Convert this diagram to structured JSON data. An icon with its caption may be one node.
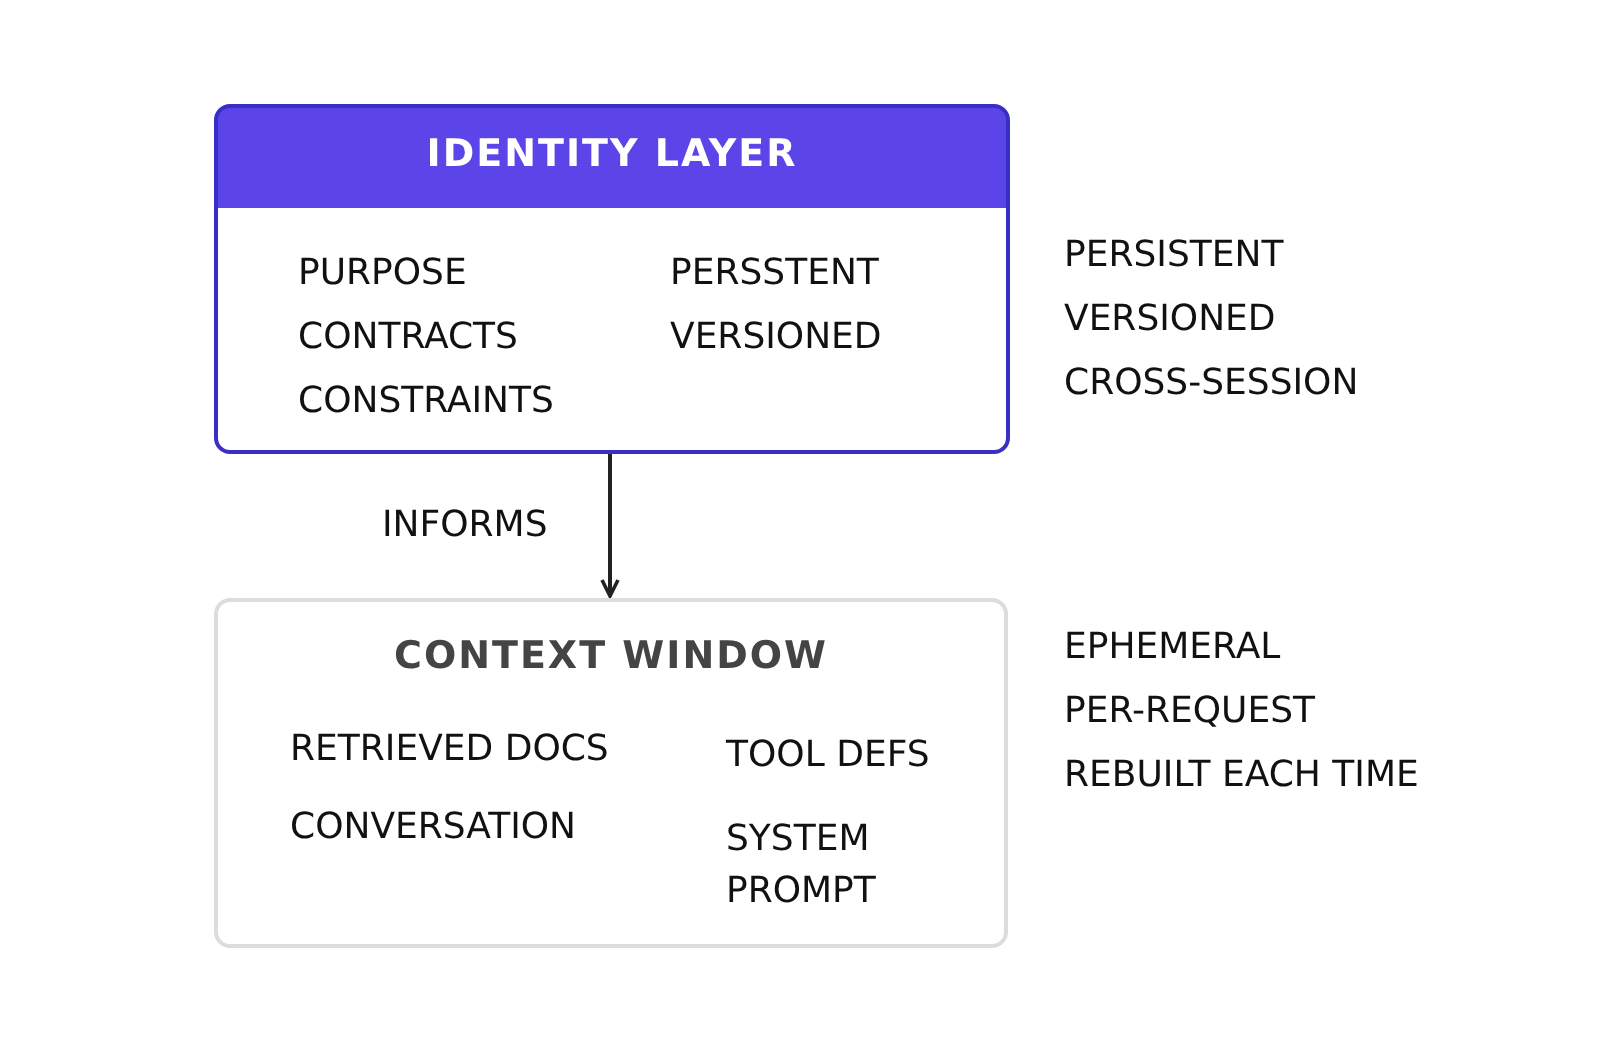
{
  "diagram": {
    "nodes": [
      {
        "text": [
          "IDENTITY LAYER",
          "PURPOSE",
          "CONTRACTS",
          "CONSTRAINTS",
          "PERSSTENT",
          "VERSIONED"
        ],
        "beside": [
          "PERSISTENT",
          "VERSIONED",
          "CROSS-SESSION"
        ]
      },
      {
        "text": [
          "CONTEXT WINDOW",
          "RETRIEVED DOCS",
          "CONVERSATION",
          "TOOL DEFS",
          "SYSTEM PROMPT"
        ],
        "beside": [
          "EPHEMERAL",
          "PER-REQUEST",
          "REBUILT EACH TIME"
        ]
      }
    ],
    "edges": [
      {
        "from": 0,
        "to": 1,
        "arrow": "to",
        "label": "INFORMS"
      }
    ]
  }
}
